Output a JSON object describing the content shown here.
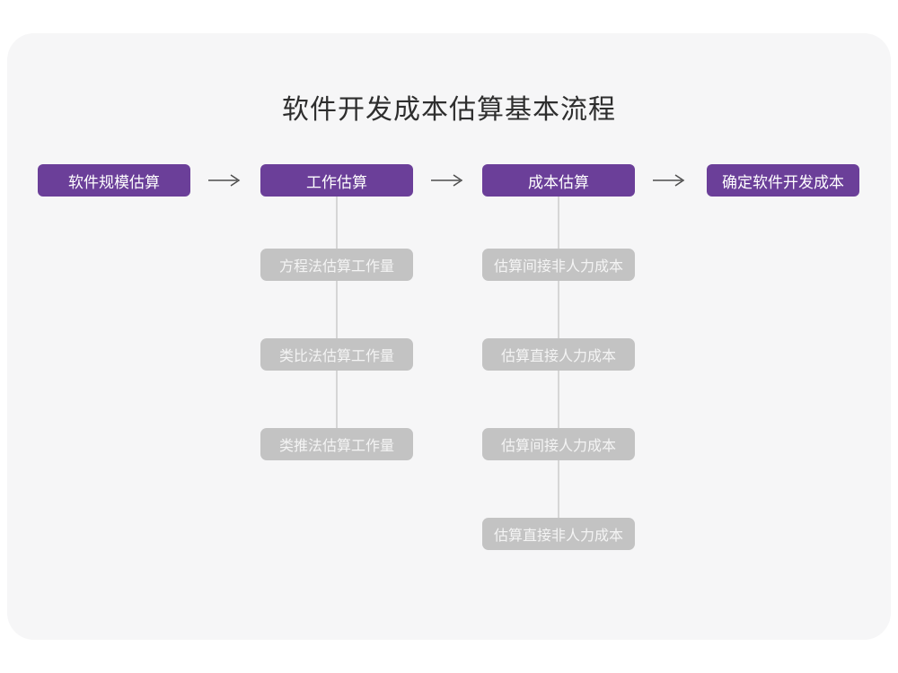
{
  "title": "软件开发成本估算基本流程",
  "colors": {
    "card_background": "#f6f6f7",
    "main_node_fill": "#6b3f99",
    "main_node_text": "#ffffff",
    "sub_node_fill": "#c3c3c3",
    "sub_node_text": "#f4f4f4",
    "connector_line": "#d6d6d6",
    "arrow": "#4d4d4d",
    "title_text": "#2e2e2e"
  },
  "flow": {
    "main_nodes": [
      {
        "label": "软件规模估算"
      },
      {
        "label": "工作估算"
      },
      {
        "label": "成本估算"
      },
      {
        "label": "确定软件开发成本"
      }
    ],
    "work_estimation_methods": [
      {
        "label": "方程法估算工作量"
      },
      {
        "label": "类比法估算工作量"
      },
      {
        "label": "类推法估算工作量"
      }
    ],
    "cost_estimation_steps": [
      {
        "label": "估算间接非人力成本"
      },
      {
        "label": "估算直接人力成本"
      },
      {
        "label": "估算间接人力成本"
      },
      {
        "label": "估算直接非人力成本"
      }
    ]
  }
}
